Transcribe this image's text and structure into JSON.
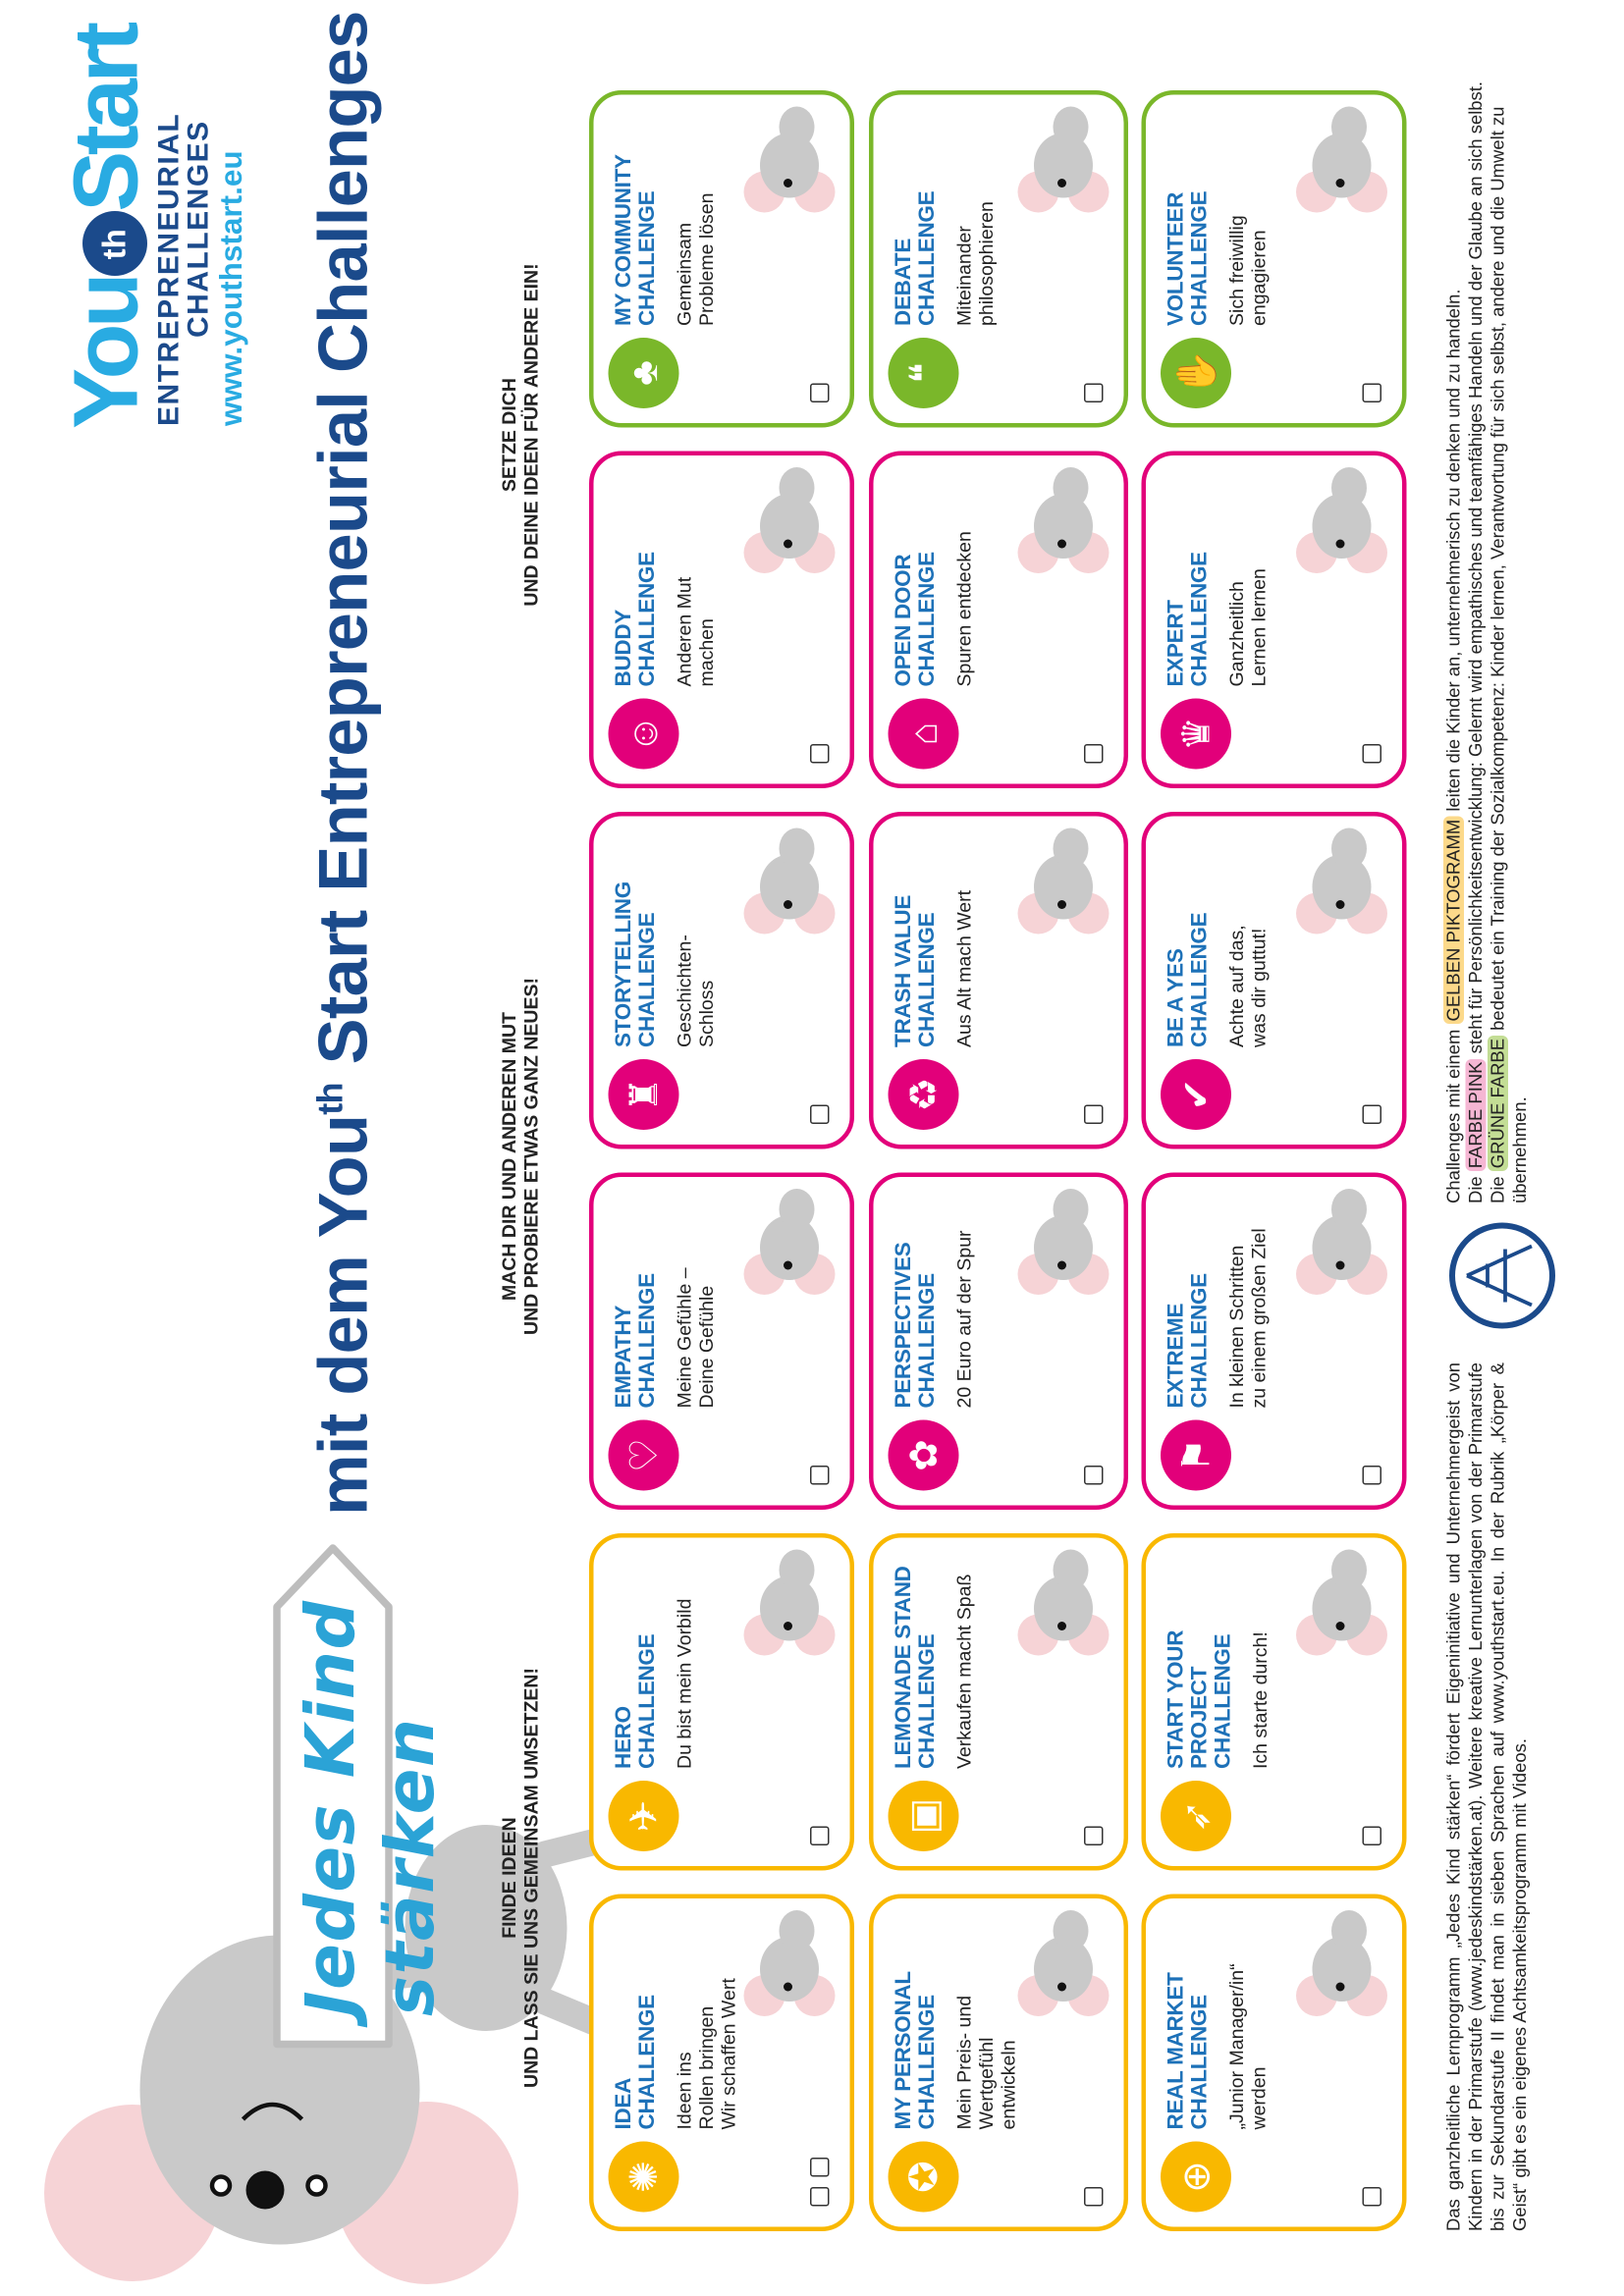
{
  "logo": {
    "you": "You",
    "th": "th",
    "start": "Start",
    "line1": "ENTREPRENEURIAL",
    "line2": "CHALLENGES",
    "url": "www.youthstart.eu"
  },
  "sign": {
    "text": "Jedes Kind stärken"
  },
  "title": {
    "pre": "mit dem You",
    "sup": "th",
    "post": " Start Entrepreneurial Challenges Programm"
  },
  "headers": [
    {
      "text": "FINDE IDEEN\nUND LASS SIE UNS GEMEINSAM UMSETZEN!",
      "color": "#fcd98a"
    },
    {
      "text": "MACH DIR UND ANDEREN MUT\nUND PROBIERE ETWAS GANZ NEUES!",
      "color": "#f19fc5"
    },
    {
      "text": "SETZE DICH\nUND DEINE IDEEN FÜR ANDERE EIN!",
      "color": "#c3dd95"
    }
  ],
  "colors": {
    "yellow": "#f9b800",
    "pink": "#e2007a",
    "green": "#7ab72a",
    "title_blue": "#1d71b8",
    "navy": "#1b4a8b",
    "light_blue": "#29abe2"
  },
  "cards": [
    {
      "title": "IDEA\nCHALLENGE",
      "desc": "Ideen ins\nRollen bringen\nWir schaffen Wert",
      "color": "yellow",
      "icon": "lightbulb-icon",
      "glyph": "✺",
      "checkboxes": 2
    },
    {
      "title": "HERO\nCHALLENGE",
      "desc": "Du bist mein Vorbild",
      "color": "yellow",
      "icon": "flying-hero-icon",
      "glyph": "✈",
      "checkboxes": 1
    },
    {
      "title": "EMPATHY\nCHALLENGE",
      "desc": "Meine Gefühle –\nDeine Gefühle",
      "color": "pink",
      "icon": "heart-icon",
      "glyph": "♡",
      "checkboxes": 1
    },
    {
      "title": "STORYTELLING\nCHALLENGE",
      "desc": "Geschichten-\nSchloss",
      "color": "pink",
      "icon": "castle-icon",
      "glyph": "♜",
      "checkboxes": 1
    },
    {
      "title": "BUDDY\nCHALLENGE",
      "desc": "Anderen Mut\nmachen",
      "color": "pink",
      "icon": "buddies-icon",
      "glyph": "☺",
      "checkboxes": 1
    },
    {
      "title": "MY COMMUNITY\nCHALLENGE",
      "desc": "Gemeinsam\nProbleme lösen",
      "color": "green",
      "icon": "community-icon",
      "glyph": "♣",
      "checkboxes": 1
    },
    {
      "title": "MY PERSONAL\nCHALLENGE",
      "desc": "Mein Preis- und\nWertgefühl\nentwickeln",
      "color": "yellow",
      "icon": "piggy-bank-icon",
      "glyph": "✪",
      "checkboxes": 1
    },
    {
      "title": "LEMONADE STAND\nCHALLENGE",
      "desc": "Verkaufen macht Spaß",
      "color": "yellow",
      "icon": "stand-icon",
      "glyph": "▣",
      "checkboxes": 1
    },
    {
      "title": "PERSPECTIVES\nCHALLENGE",
      "desc": "20 Euro auf der Spur",
      "color": "pink",
      "icon": "globe-people-icon",
      "glyph": "✿",
      "checkboxes": 1
    },
    {
      "title": "TRASH VALUE\nCHALLENGE",
      "desc": "Aus Alt mach Wert",
      "color": "pink",
      "icon": "recycle-icon",
      "glyph": "♻",
      "checkboxes": 1
    },
    {
      "title": "OPEN DOOR\nCHALLENGE",
      "desc": "Spuren entdecken",
      "color": "pink",
      "icon": "house-icon",
      "glyph": "⌂",
      "checkboxes": 1
    },
    {
      "title": "DEBATE\nCHALLENGE",
      "desc": "Miteinander\nphilosophieren",
      "color": "green",
      "icon": "speech-bubbles-icon",
      "glyph": "❝",
      "checkboxes": 1
    },
    {
      "title": "REAL MARKET\nCHALLENGE",
      "desc": "„Junior Manager/in“\nwerden",
      "color": "yellow",
      "icon": "globe-icon",
      "glyph": "⊕",
      "checkboxes": 1
    },
    {
      "title": "START YOUR\nPROJECT\nCHALLENGE",
      "desc": "Ich starte durch!",
      "color": "yellow",
      "icon": "rocket-icon",
      "glyph": "➶",
      "checkboxes": 1
    },
    {
      "title": "EXTREME\nCHALLENGE",
      "desc": "In kleinen Schritten\nzu einem großen Ziel",
      "color": "pink",
      "icon": "climber-icon",
      "glyph": "⚑",
      "checkboxes": 1
    },
    {
      "title": "BE A YES\nCHALLENGE",
      "desc": "Achte auf das,\nwas dir guttut!",
      "color": "pink",
      "icon": "thumbs-up-icon",
      "glyph": "✔",
      "checkboxes": 1
    },
    {
      "title": "EXPERT\nCHALLENGE",
      "desc": "Ganzheitlich\nLernen lernen",
      "color": "pink",
      "icon": "graduation-cap-icon",
      "glyph": "♛",
      "checkboxes": 1
    },
    {
      "title": "VOLUNTEER\nCHALLENGE",
      "desc": "Sich freiwillig\nengagieren",
      "color": "green",
      "icon": "raised-hands-icon",
      "glyph": "✋",
      "checkboxes": 1
    }
  ],
  "footer": {
    "left": "Das ganzheitliche Lernprogramm „Jedes Kind stärken“ fördert Eigeninitiative und Unternehmergeist von Kindern in der Primarstufe (www.jedeskindstärken.at). Weitere kreative Lernunterlagen von der Primarstufe bis zur Sekundarstufe II findet man in sieben Sprachen auf www.youthstart.eu. In der Rubrik „Körper & Geist“ gibt es ein eigenes Achtsamkeitsprogramm mit Videos.",
    "r1a": "Challenges mit einem ",
    "r1h": "GELBEN PIKTOGRAMM",
    "r1b": " leiten die Kinder an, unternehmerisch zu denken und zu handeln.",
    "r2a": "Die ",
    "r2h": "FARBE PINK",
    "r2b": " steht für Persönlichkeitsentwicklung: Gelernt wird empathisches und teamfähiges Handeln und der Glaube an sich selbst.",
    "r3a": "Die ",
    "r3h": "GRÜNE FARBE",
    "r3b": " bedeutet ein Training der Sozialkompetenz: Kinder lernen, Verantwortung für sich selbst, andere und die Umwelt zu übernehmen."
  }
}
